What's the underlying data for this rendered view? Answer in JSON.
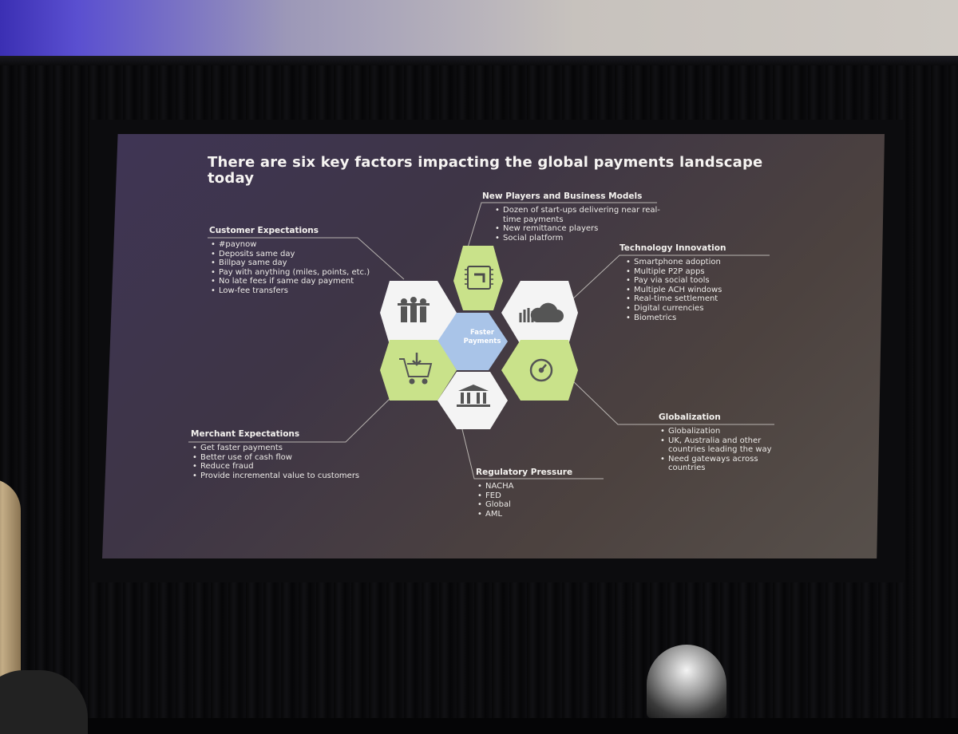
{
  "slide": {
    "title": "There are six key factors impacting the global payments landscape today",
    "center_label": "Faster Payments",
    "colors": {
      "green_hex": "#c9e28a",
      "white_hex": "#f4f4f4",
      "center_hex": "#a9c4e8",
      "line": "#b8b4b0"
    },
    "factors": {
      "new_players": {
        "heading": "New Players and Business Models",
        "items": [
          "Dozen of start-ups  delivering near real-time  payments",
          "New remittance players",
          "Social platform"
        ]
      },
      "customer": {
        "heading": "Customer Expectations",
        "items": [
          "#paynow",
          "Deposits same day",
          "Billpay same day",
          "Pay with anything  (miles, points, etc.)",
          "No late fees if same  day payment",
          "Low-fee transfers"
        ]
      },
      "technology": {
        "heading": "Technology Innovation",
        "items": [
          "Smartphone adoption",
          "Multiple P2P apps",
          "Pay via social tools",
          "Multiple ACH windows",
          "Real-time settlement",
          "Digital currencies",
          "Biometrics"
        ]
      },
      "globalization": {
        "heading": "Globalization",
        "items": [
          "Globalization",
          "UK, Australia and  other countries  leading the way",
          "Need gateways across countries"
        ]
      },
      "merchant": {
        "heading": "Merchant Expectations",
        "items": [
          "Get faster payments",
          "Better use of cash flow",
          "Reduce fraud",
          "Provide incremental value  to customers"
        ]
      },
      "regulatory": {
        "heading": "Regulatory Pressure",
        "items": [
          "NACHA",
          "FED",
          "Global",
          "AML"
        ]
      }
    },
    "icons": [
      "chip-icon",
      "people-icon",
      "cloud-icon",
      "cart-icon",
      "gauge-icon",
      "bank-icon"
    ]
  }
}
